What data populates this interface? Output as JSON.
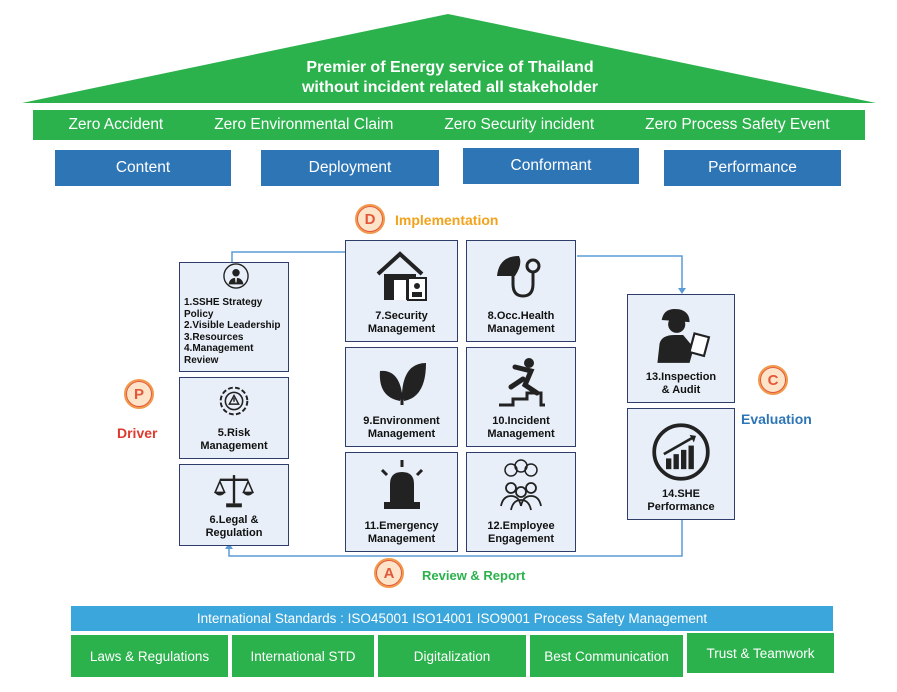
{
  "roof": {
    "line1": "Premier of Energy service of Thailand",
    "line2": "without incident related all stakeholder"
  },
  "zero_targets": [
    "Zero Accident",
    "Zero Environmental Claim",
    "Zero Security incident",
    "Zero Process Safety Event"
  ],
  "pillars": [
    "Content",
    "Deployment",
    "Conformant",
    "Performance"
  ],
  "phases": {
    "p": {
      "letter": "P",
      "label": "Driver",
      "color": "#e03a2f"
    },
    "d": {
      "letter": "D",
      "label": "Implementation",
      "color": "#f2a31b"
    },
    "c": {
      "letter": "C",
      "label": "Evaluation",
      "color": "#2e75b6"
    },
    "a": {
      "letter": "A",
      "label": "Review & Report",
      "color": "#2bb24c"
    }
  },
  "modules": {
    "m1": "1.SSHE Strategy Policy\n2.Visible Leadership\n3.Resources\n4.Management Review",
    "m5": "5.Risk\nManagement",
    "m6": "6.Legal &\nRegulation",
    "m7": "7.Security\nManagement",
    "m8": "8.Occ.Health\nManagement",
    "m9": "9.Environment\nManagement",
    "m10": "10.Incident\nManagement",
    "m11": "11.Emergency\nManagement",
    "m12": "12.Employee\nEngagement",
    "m13": "13.Inspection\n& Audit",
    "m14": "14.SHE\nPerformance"
  },
  "standards": "International Standards : ISO45001 ISO14001 ISO9001 Process Safety Management",
  "foundations": [
    "Laws & Regulations",
    "International STD",
    "Digitalization",
    "Best Communication",
    "Trust & Teamwork"
  ]
}
